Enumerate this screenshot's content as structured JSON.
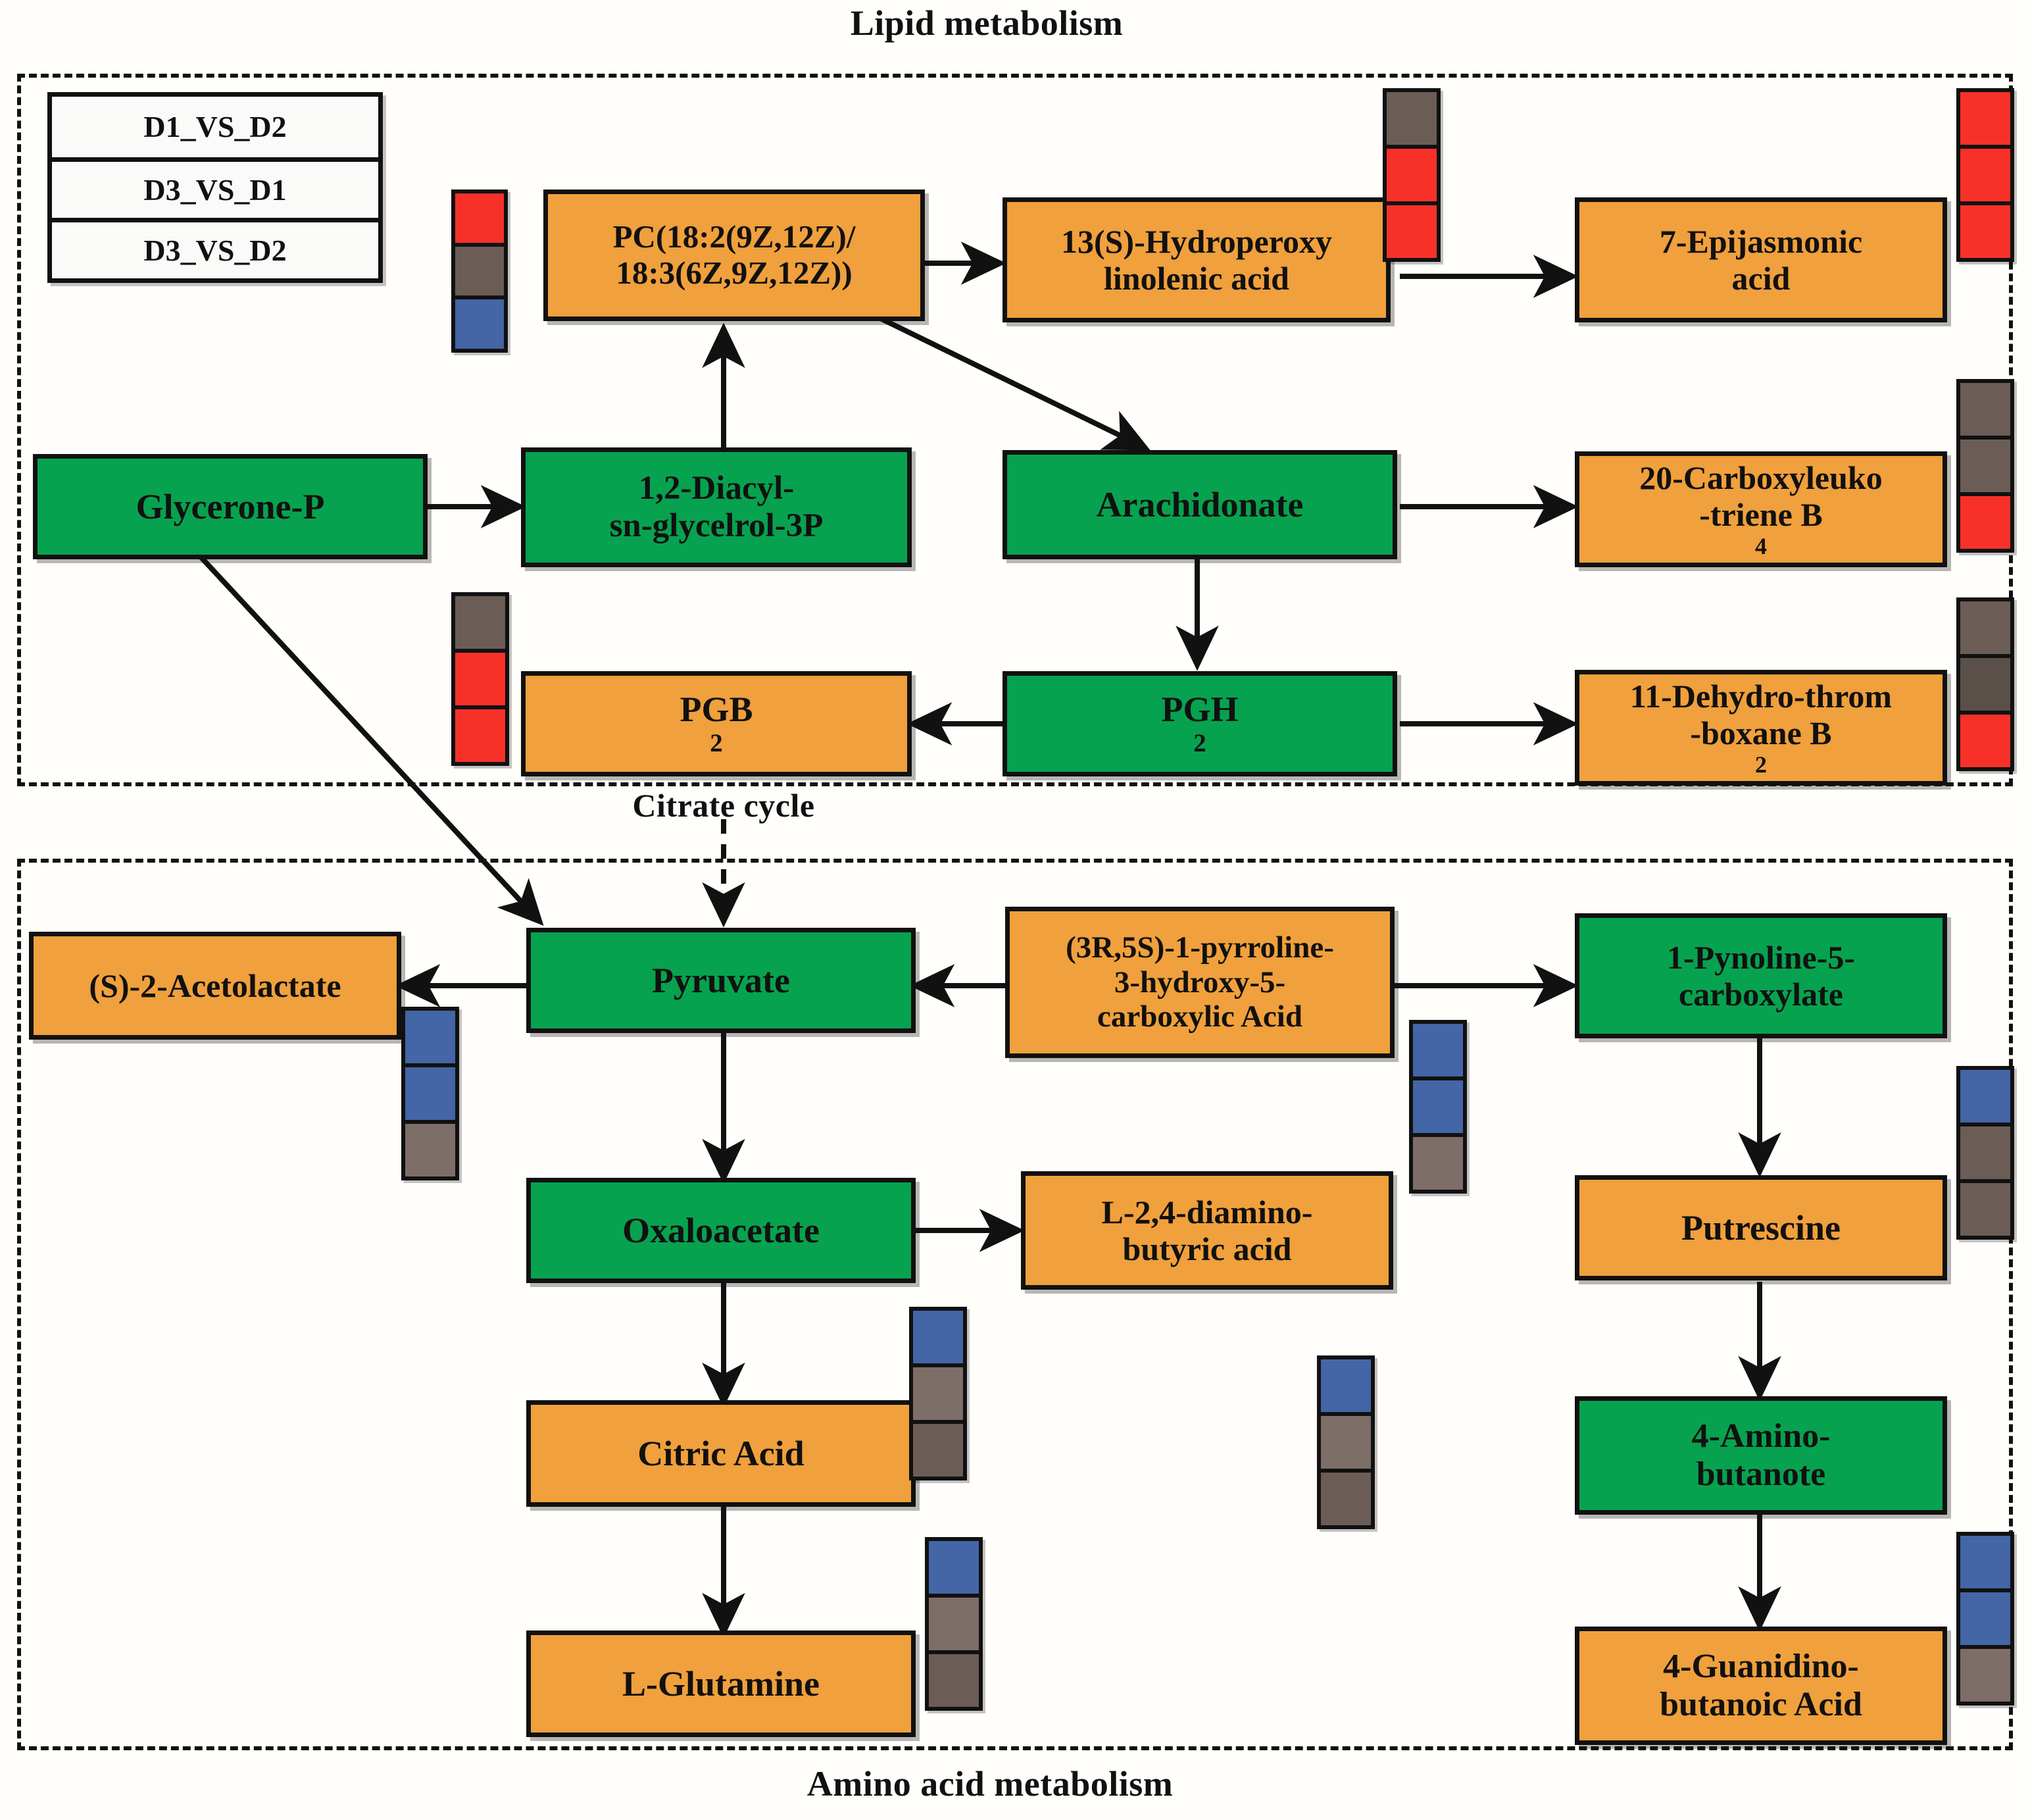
{
  "titles": {
    "top": "Lipid metabolism",
    "middle": "Citrate cycle",
    "bottom": "Amino acid metabolism"
  },
  "legend": {
    "rows": [
      {
        "label": "D1_VS_D2"
      },
      {
        "label": "D3_VS_D1"
      },
      {
        "label": "D3_VS_D2"
      }
    ],
    "key_stack": [
      "red",
      "brown",
      "blue"
    ]
  },
  "colors": {
    "green": "#07A24F",
    "orange": "#F0A03C",
    "red": "#F83128",
    "brown": "#6B5D56",
    "blue": "#4465A6",
    "outline": "#111111"
  },
  "nodes": [
    {
      "id": "pc",
      "label": "PC(18:2(9Z,12Z)/ 18:3(6Z,9Z,12Z))",
      "color": "orange"
    },
    {
      "id": "hpl",
      "label": "13(S)-Hydroperoxy linolenic acid",
      "color": "orange"
    },
    {
      "id": "epijasmonic",
      "label": "7-Epijasmonic acid",
      "color": "orange"
    },
    {
      "id": "glyceronep",
      "label": "Glycerone-P",
      "color": "green"
    },
    {
      "id": "diacyl",
      "label": "1,2-Diacyl- sn-glycelrol-3P",
      "color": "green"
    },
    {
      "id": "arachidonate",
      "label": "Arachidonate",
      "color": "green"
    },
    {
      "id": "carboxyleuko",
      "label": "20-Carboxyleuko -triene B4",
      "color": "orange"
    },
    {
      "id": "pgb2",
      "label": "PGB2",
      "color": "orange"
    },
    {
      "id": "pgh2",
      "label": "PGH2",
      "color": "green"
    },
    {
      "id": "dehydrothrom",
      "label": "11-Dehydro-throm -boxane B2",
      "color": "orange"
    },
    {
      "id": "acetolactate",
      "label": "(S)-2-Acetolactate",
      "color": "orange"
    },
    {
      "id": "pyruvate",
      "label": "Pyruvate",
      "color": "green"
    },
    {
      "id": "pyrroline",
      "label": "(3R,5S)-1-pyrroline- 3-hydroxy-5- carboxylic Acid",
      "color": "orange"
    },
    {
      "id": "pynoline",
      "label": "1-Pynoline-5- carboxylate",
      "color": "green"
    },
    {
      "id": "oxaloacetate",
      "label": "Oxaloacetate",
      "color": "green"
    },
    {
      "id": "diaminobutyric",
      "label": "L-2,4-diamino- butyric acid",
      "color": "orange"
    },
    {
      "id": "putrescine",
      "label": "Putrescine",
      "color": "orange"
    },
    {
      "id": "citricacid",
      "label": "Citric Acid",
      "color": "orange"
    },
    {
      "id": "aminobutanote",
      "label": "4-Amino- butanote",
      "color": "green"
    },
    {
      "id": "glutamine",
      "label": "L-Glutamine",
      "color": "orange"
    },
    {
      "id": "guanidino",
      "label": "4-Guanidino- butanoic Acid",
      "color": "orange"
    }
  ],
  "node_labels": {
    "pc_line1": "PC(18:2(9Z,12Z)/",
    "pc_line2": "18:3(6Z,9Z,12Z))",
    "hpl_line1": "13(S)-Hydroperoxy",
    "hpl_line2": "linolenic acid",
    "epijasmonic_line1": "7-Epijasmonic",
    "epijasmonic_line2": "acid",
    "glyceronep": "Glycerone-P",
    "diacyl_line1": "1,2-Diacyl-",
    "diacyl_line2": "sn-glycelrol-3P",
    "arachidonate": "Arachidonate",
    "carboxyleuko_line1": "20-Carboxyleuko",
    "carboxyleuko_line2": "-triene B",
    "carboxyleuko_sub": "4",
    "pgb2_main": "PGB",
    "pgb2_sub": "2",
    "pgh2_main": "PGH",
    "pgh2_sub": "2",
    "dehydrothrom_line1": "11-Dehydro-throm",
    "dehydrothrom_line2": "-boxane B",
    "dehydrothrom_sub": "2",
    "acetolactate": "(S)-2-Acetolactate",
    "pyruvate": "Pyruvate",
    "pyrroline_line1": "(3R,5S)-1-pyrroline-",
    "pyrroline_line2": "3-hydroxy-5-",
    "pyrroline_line3": "carboxylic Acid",
    "pynoline_line1": "1-Pynoline-5-",
    "pynoline_line2": "carboxylate",
    "oxaloacetate": "Oxaloacetate",
    "diaminobutyric_line1": "L-2,4-diamino-",
    "diaminobutyric_line2": "butyric acid",
    "putrescine": "Putrescine",
    "citricacid": "Citric Acid",
    "aminobutanote_line1": "4-Amino-",
    "aminobutanote_line2": "butanote",
    "glutamine": "L-Glutamine",
    "guanidino_line1": "4-Guanidino-",
    "guanidino_line2": "butanoic Acid"
  },
  "stacks": [
    {
      "id": "legend-key",
      "cells": [
        "red",
        "brown",
        "blue"
      ]
    },
    {
      "id": "hpl-stack",
      "cells": [
        "brown",
        "red",
        "red"
      ]
    },
    {
      "id": "epijasmonic-stack",
      "cells": [
        "red",
        "red",
        "red"
      ]
    },
    {
      "id": "carboxyleuko-stack",
      "cells": [
        "brown",
        "brown",
        "red"
      ]
    },
    {
      "id": "pgb2-stack",
      "cells": [
        "brown",
        "red",
        "red"
      ]
    },
    {
      "id": "dehydrothrom-stack",
      "cells": [
        "brown",
        "brown",
        "red"
      ]
    },
    {
      "id": "pyruvate-stack",
      "cells": [
        "blue",
        "blue",
        "brown"
      ]
    },
    {
      "id": "pyrroline-stack",
      "cells": [
        "blue",
        "blue",
        "brown"
      ]
    },
    {
      "id": "putrescine-stack",
      "cells": [
        "blue",
        "brown",
        "brown"
      ]
    },
    {
      "id": "diamino-stack",
      "cells": [
        "blue",
        "brown",
        "brown"
      ]
    },
    {
      "id": "citricacid-stack",
      "cells": [
        "blue",
        "brown",
        "brown"
      ]
    },
    {
      "id": "glutamine-stack",
      "cells": [
        "blue",
        "brown",
        "brown"
      ]
    },
    {
      "id": "guanidino-stack",
      "cells": [
        "blue",
        "blue",
        "brown"
      ]
    }
  ]
}
